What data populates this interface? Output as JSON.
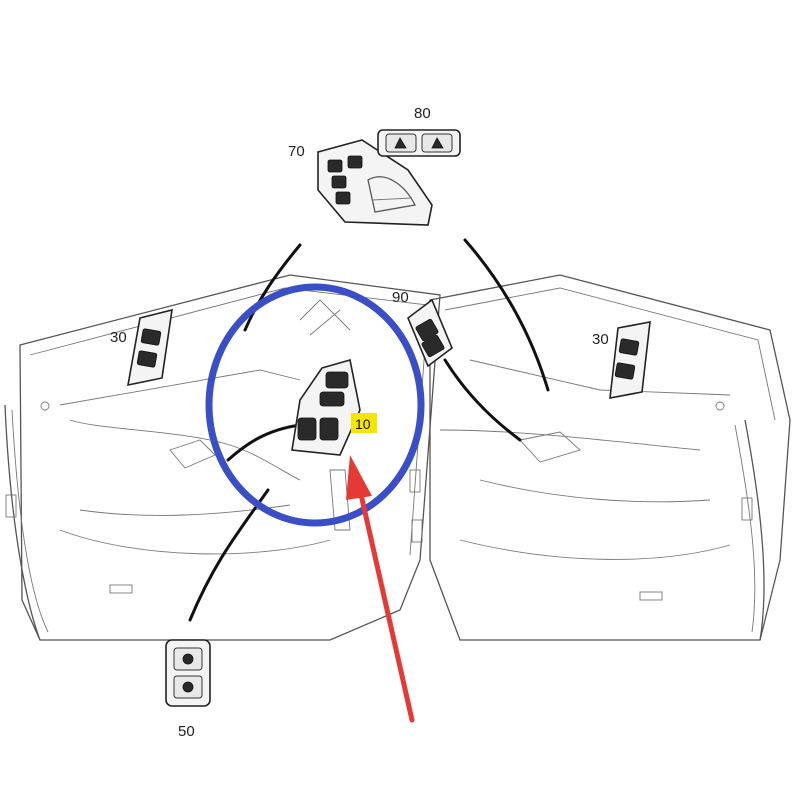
{
  "callouts": {
    "c70": "70",
    "c80": "80",
    "c30_left": "30",
    "c30_right": "30",
    "c90": "90",
    "c10": "10",
    "c50": "50"
  },
  "colors": {
    "highlight_circle": "#3a4fc7",
    "arrow": "#e53935",
    "label_highlight": "#f5e600",
    "line_art": "#555555"
  },
  "icons": {
    "seat_icon": "seat-glyph",
    "arrow": "red-pointer-arrow"
  }
}
